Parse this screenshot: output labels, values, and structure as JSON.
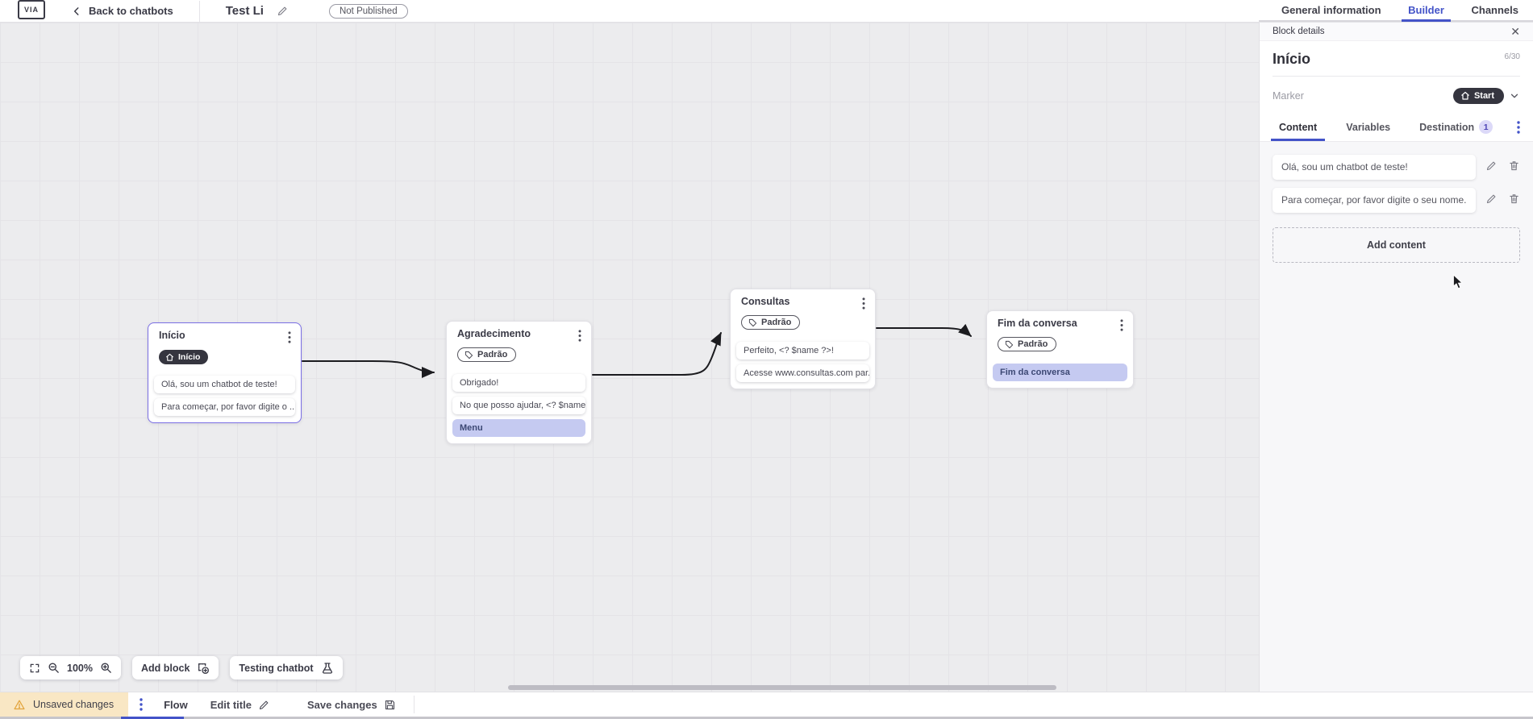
{
  "topbar": {
    "logo_text": "VIA",
    "back_label": "Back to chatbots",
    "title": "Test Li",
    "status_badge": "Not Published",
    "tabs": {
      "general": "General information",
      "builder": "Builder",
      "channels": "Channels"
    }
  },
  "canvas": {
    "controls": {
      "zoom_level": "100%",
      "add_block": "Add block",
      "testing": "Testing chatbot"
    },
    "blocks": {
      "inicio": {
        "title": "Início",
        "marker": "Início",
        "rows": [
          "Olá, sou um chatbot de teste!",
          "Para começar, por favor digite o ..."
        ]
      },
      "agradecimento": {
        "title": "Agradecimento",
        "tag": "Padrão",
        "rows": [
          "Obrigado!",
          "No que posso ajudar, <? $name ...",
          "Menu"
        ]
      },
      "consultas": {
        "title": "Consultas",
        "tag": "Padrão",
        "rows": [
          "Perfeito, <? $name ?>!",
          "Acesse www.consultas.com par..."
        ]
      },
      "fim": {
        "title": "Fim da conversa",
        "tag": "Padrão",
        "rows": [
          "Fim da conversa"
        ]
      }
    }
  },
  "panel": {
    "header": "Block details",
    "block_name": "Início",
    "char_counter": "6/30",
    "marker_label": "Marker",
    "marker_value": "Start",
    "tabs": {
      "content": "Content",
      "variables": "Variables",
      "destination": "Destination",
      "destination_badge": "1"
    },
    "contents": [
      "Olá, sou um chatbot de teste!",
      "Para começar, por favor digite o seu nome."
    ],
    "add_content_label": "Add content"
  },
  "bottombar": {
    "unsaved_label": "Unsaved changes",
    "flow_tab": "Flow",
    "edit_title_label": "Edit title",
    "save_label": "Save changes"
  },
  "colors": {
    "accent_blue": "#4353c8",
    "selected_border": "#7b6fe4",
    "dark_pill": "#35353f",
    "row_highlight": "#c5caf1",
    "unsaved_bg": "#f9e7c4",
    "warning_orange": "#e2a33b",
    "canvas_bg": "#ececee"
  }
}
